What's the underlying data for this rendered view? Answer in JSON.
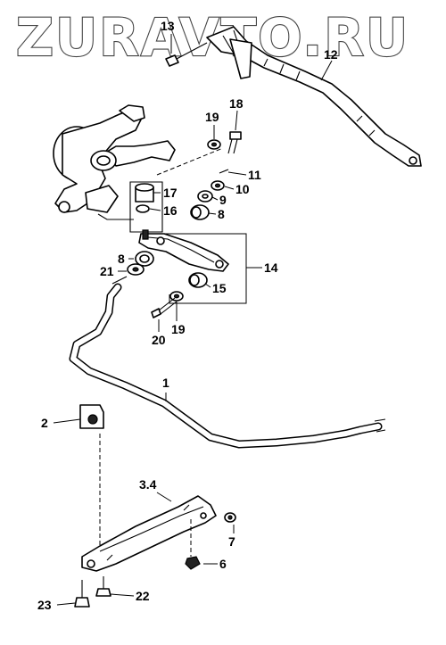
{
  "watermark": "ZURAVTO.RU",
  "callouts": {
    "c1": "1",
    "c2": "2",
    "c34": "3.4",
    "c6": "6",
    "c7": "7",
    "c8a": "8",
    "c8b": "8",
    "c9": "9",
    "c10": "10",
    "c11": "11",
    "c12": "12",
    "c13": "13",
    "c14": "14",
    "c15": "15",
    "c16": "16",
    "c17": "17",
    "c18": "18",
    "c19a": "19",
    "c19b": "19",
    "c20": "20",
    "c21": "21",
    "c22": "22",
    "c23": "23"
  },
  "colors": {
    "line": "#000000",
    "background": "#ffffff",
    "watermark_outline": "#444444"
  }
}
